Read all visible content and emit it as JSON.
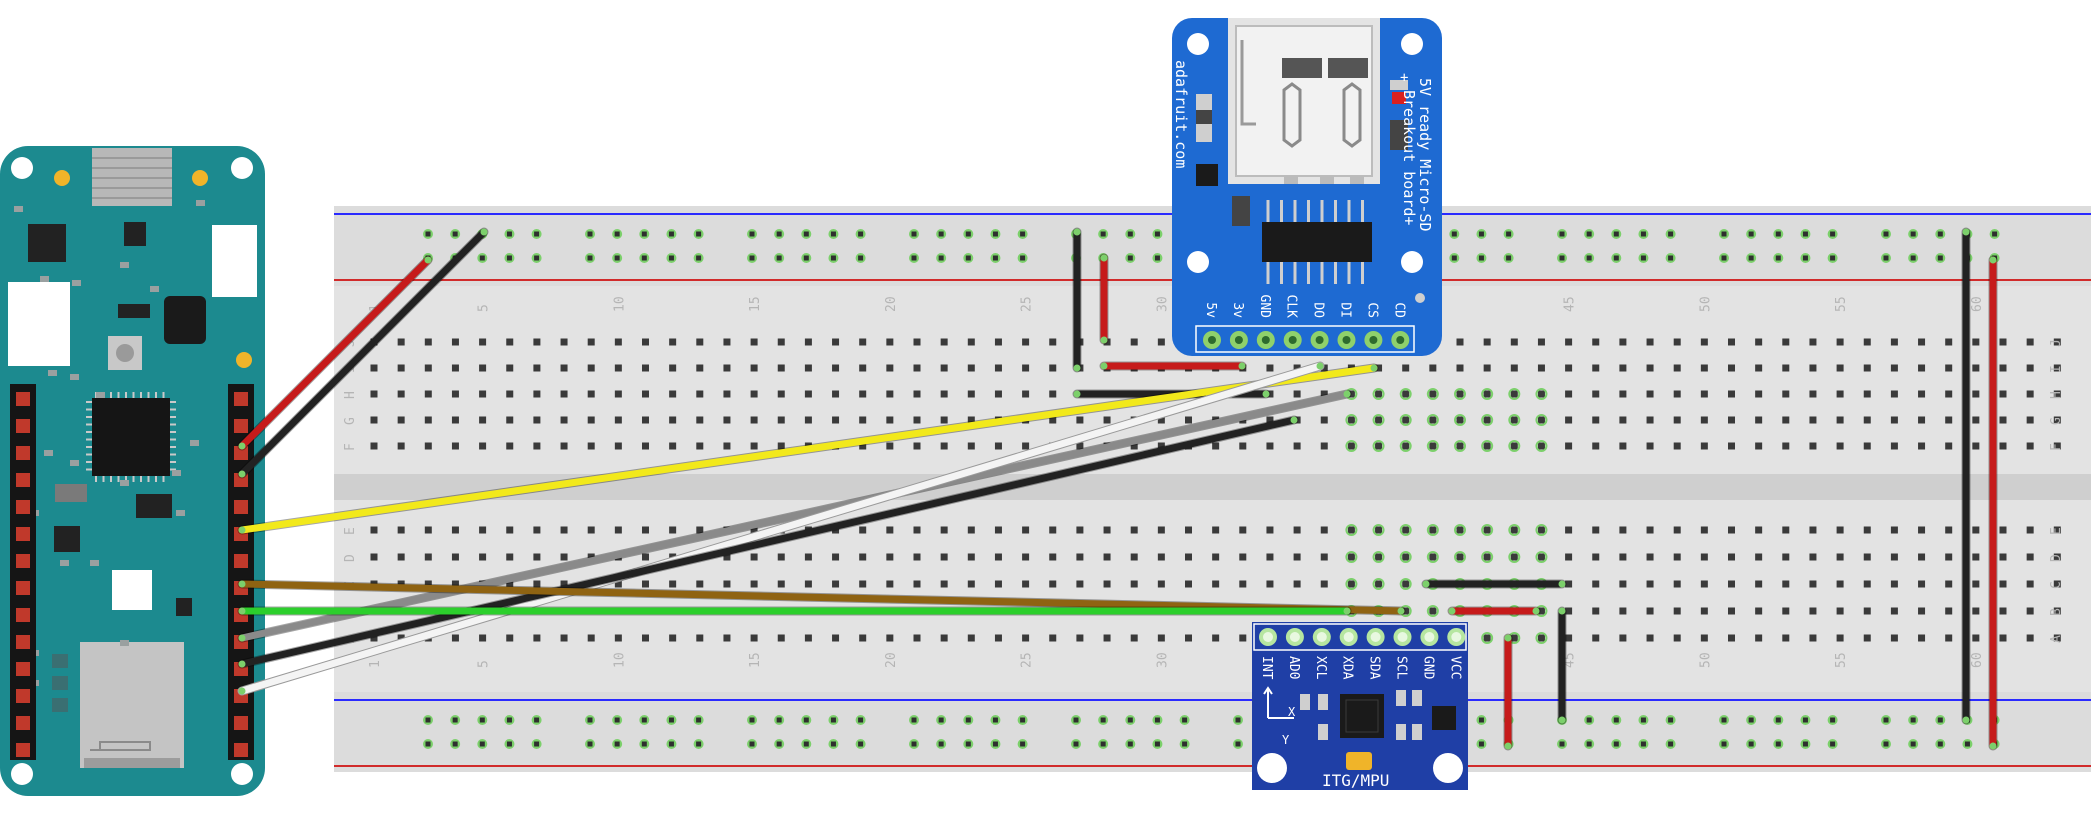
{
  "colors": {
    "arduino_board": "#1c8a8f",
    "breadboard": "#e3e3e3",
    "breadboard_groove": "#cfcfcf",
    "rail_line_blue": "#2a2aff",
    "rail_line_red": "#d12b2b",
    "rail_hole_ring": "#7cd06b",
    "sd_board": "#1e6ad2",
    "imu_board": "#1f3fa6",
    "wire_red": "#c61b1b",
    "wire_black": "#222222",
    "wire_yellow": "#f2e91b",
    "wire_green": "#2ccf2c",
    "wire_brown": "#8f6312",
    "wire_gray": "#8a8a8a",
    "wire_white": "#f4f4f4"
  },
  "breadboard": {
    "column_numbers": [
      "1",
      "5",
      "10",
      "15",
      "20",
      "25",
      "30",
      "35",
      "40",
      "45",
      "50",
      "55",
      "60"
    ],
    "row_letters_top": [
      "J",
      "I",
      "H",
      "G",
      "F"
    ],
    "row_letters_bottom": [
      "E",
      "D",
      "C",
      "B",
      "A"
    ]
  },
  "sd_module": {
    "title_line1": "5V ready Micro-SD",
    "title_line2": "Breakout board+",
    "brand": "adafruit.com",
    "pins": [
      "5v",
      "3v",
      "GND",
      "CLK",
      "DO",
      "DI",
      "CS",
      "CD"
    ]
  },
  "imu_module": {
    "title": "ITG/MPU",
    "pins": [
      "INT",
      "AD0",
      "XCL",
      "XDA",
      "SDA",
      "SCL",
      "GND",
      "VCC"
    ],
    "axis_labels": [
      "X",
      "Y"
    ]
  },
  "arduino": {
    "icons": [
      "usb-connector-icon",
      "reset-button-icon",
      "microcontroller-chip-icon",
      "wifi-module-icon"
    ]
  },
  "wires": [
    {
      "name": "wire-red-arduino-to-rail",
      "color": "red"
    },
    {
      "name": "wire-black-arduino-to-rail",
      "color": "black"
    },
    {
      "name": "wire-yellow-arduino-to-sd-cs",
      "color": "yellow"
    },
    {
      "name": "wire-gray-arduino-to-sd",
      "color": "gray"
    },
    {
      "name": "wire-white-arduino-to-sd",
      "color": "white"
    },
    {
      "name": "wire-black-arduino-to-sd",
      "color": "black"
    },
    {
      "name": "wire-brown-arduino-to-imu",
      "color": "brown"
    },
    {
      "name": "wire-green-arduino-to-imu",
      "color": "green"
    }
  ]
}
